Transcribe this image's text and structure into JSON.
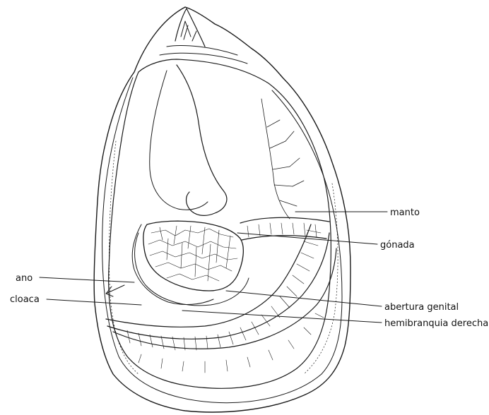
{
  "labels": {
    "manto": "manto",
    "gonada": "gónada",
    "ano": "ano",
    "cloaca": "cloaca",
    "abertura_genital": "abertura genital",
    "hemibranquia_derecha": "hemibranquia derecha"
  },
  "colors": {
    "ink": "#1a1a1a",
    "background": "#ffffff"
  }
}
